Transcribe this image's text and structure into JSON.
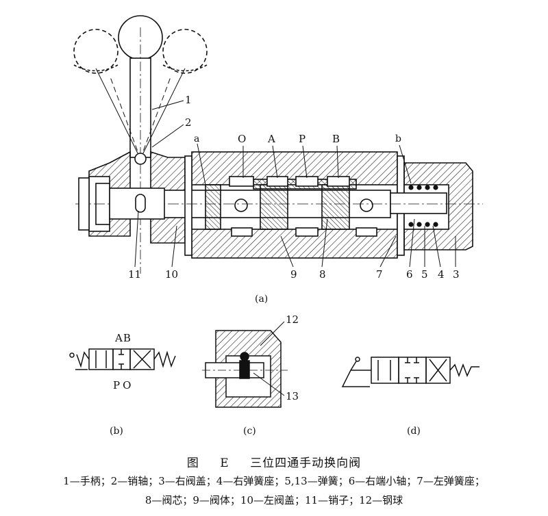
{
  "figure": {
    "prefix": "图",
    "number": "E",
    "title": "三位四通手动换向阀",
    "legend_line1": "1—手柄；2—销轴；3—右阀盖；4—右弹簧座；5,13—弹簧；6—右端小轴；7—左弹簧座；",
    "legend_line2": "8—阀芯；9—阀体；10—左阀盖；11—销子；12—钢球"
  },
  "subfigures": {
    "a": "(a)",
    "b": "(b)",
    "c": "(c)",
    "d": "(d)"
  },
  "ports_a": {
    "O": "O",
    "A": "A",
    "P": "P",
    "B": "B",
    "a": "a",
    "b": "b"
  },
  "callouts_a": {
    "n1": "1",
    "n2": "2",
    "n3": "3",
    "n4": "4",
    "n5": "5",
    "n6": "6",
    "n7": "7",
    "n8": "8",
    "n9": "9",
    "n10": "10",
    "n11": "11"
  },
  "ports_b": {
    "AB": "AB",
    "PO": "PO"
  },
  "callouts_c": {
    "n12": "12",
    "n13": "13"
  }
}
